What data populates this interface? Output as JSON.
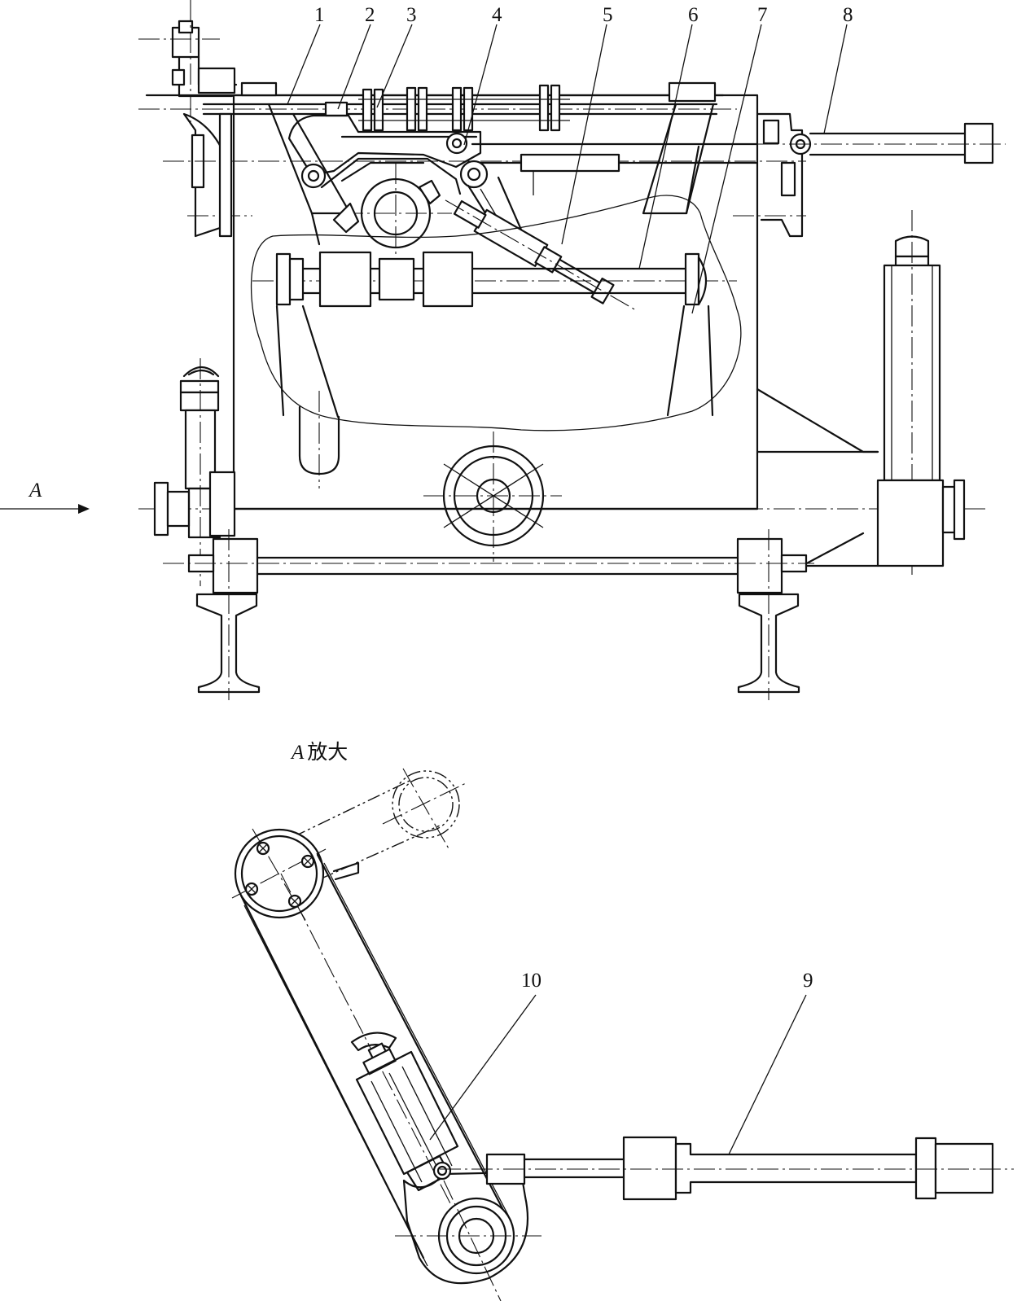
{
  "callouts": {
    "n1": "1",
    "n2": "2",
    "n3": "3",
    "n4": "4",
    "n5": "5",
    "n6": "6",
    "n7": "7",
    "n8": "8",
    "n9": "9",
    "n10": "10"
  },
  "view_arrow": {
    "letter": "A"
  },
  "detail_view": {
    "letter": "A",
    "suffix": "放大"
  }
}
